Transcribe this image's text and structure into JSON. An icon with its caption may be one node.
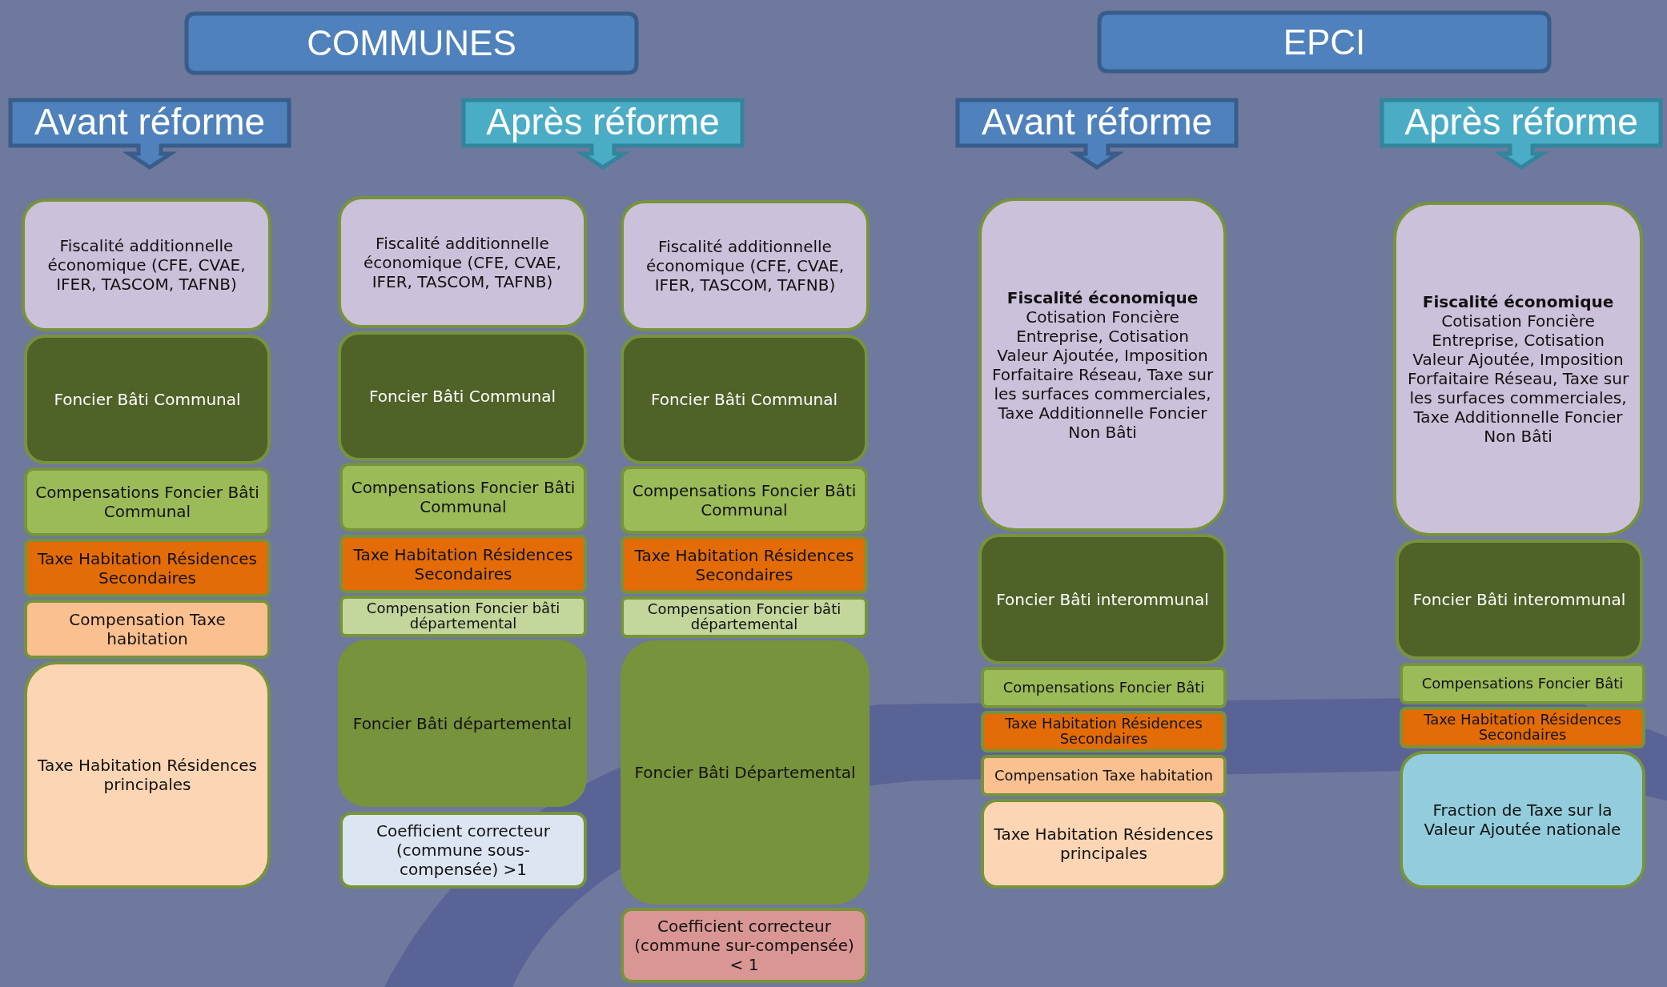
{
  "diagram": {
    "nodes": [
      {
        "text": [
          "COMMUNES"
        ]
      },
      {
        "text": [
          "EPCI"
        ]
      },
      {
        "text": [
          "Avant réforme"
        ]
      },
      {
        "text": [
          "Après réforme"
        ]
      },
      {
        "text": [
          "Avant réforme"
        ]
      },
      {
        "text": [
          "Après réforme"
        ]
      },
      {
        "text": [
          "Fiscalité additionnelle économique (CFE, CVAE, IFER, TASCOM, TAFNB)"
        ]
      },
      {
        "text": [
          "Foncier Bâti Communal"
        ]
      },
      {
        "text": [
          "Compensations Foncier Bâti Communal"
        ]
      },
      {
        "text": [
          "Taxe  Habitation Résidences Secondaires"
        ]
      },
      {
        "text": [
          "Compensation Taxe habitation"
        ]
      },
      {
        "text": [
          "Taxe Habitation Résidences principales"
        ]
      },
      {
        "text": [
          "Fiscalité additionnelle économique (CFE, CVAE, IFER, TASCOM, TAFNB)"
        ]
      },
      {
        "text": [
          "Foncier Bâti Communal"
        ]
      },
      {
        "text": [
          "Compensations Foncier Bâti Communal"
        ]
      },
      {
        "text": [
          "Taxe  Habitation Résidences Secondaires"
        ]
      },
      {
        "text": [
          "Compensation Foncier bâti départemental"
        ]
      },
      {
        "text": [
          "Foncier Bâti départemental"
        ]
      },
      {
        "text": [
          "Coefficient correcteur (commune sous-compensée) >1"
        ]
      },
      {
        "text": [
          "Fiscalité additionnelle économique (CFE, CVAE, IFER, TASCOM, TAFNB)"
        ]
      },
      {
        "text": [
          "Foncier Bâti Communal"
        ]
      },
      {
        "text": [
          "Compensations Foncier Bâti Communal"
        ]
      },
      {
        "text": [
          "Taxe  Habitation Résidences Secondaires"
        ]
      },
      {
        "text": [
          "Compensation Foncier bâti départemental"
        ]
      },
      {
        "text": [
          "Foncier Bâti Départemental"
        ]
      },
      {
        "text": [
          "Coefficient correcteur (commune sur-compensée) < 1"
        ]
      },
      {
        "text": [
          "Fiscalité économique",
          "Cotisation Foncière Entreprise, Cotisation Valeur Ajoutée, Imposition Forfaitaire Réseau, Taxe sur les surfaces commerciales, Taxe Additionnelle Foncier Non Bâti"
        ]
      },
      {
        "text": [
          "Foncier Bâti interommunal"
        ]
      },
      {
        "text": [
          "Compensations Foncier Bâti"
        ]
      },
      {
        "text": [
          "Taxe  Habitation Résidences Secondaires"
        ]
      },
      {
        "text": [
          "Compensation Taxe habitation"
        ]
      },
      {
        "text": [
          "Taxe Habitation Résidences principales"
        ]
      },
      {
        "text": [
          "Fiscalité économique",
          "Cotisation Foncière Entreprise, Cotisation Valeur Ajoutée, Imposition Forfaitaire Réseau, Taxe sur les surfaces commerciales, Taxe Additionnelle Foncier Non Bâti"
        ]
      },
      {
        "text": [
          "Foncier Bâti interommunal"
        ]
      },
      {
        "text": [
          "Compensations Foncier Bâti"
        ]
      },
      {
        "text": [
          "Taxe  Habitation Résidences Secondaires"
        ]
      },
      {
        "text": [
          "Fraction de Taxe sur la Valeur Ajoutée nationale"
        ]
      }
    ]
  }
}
